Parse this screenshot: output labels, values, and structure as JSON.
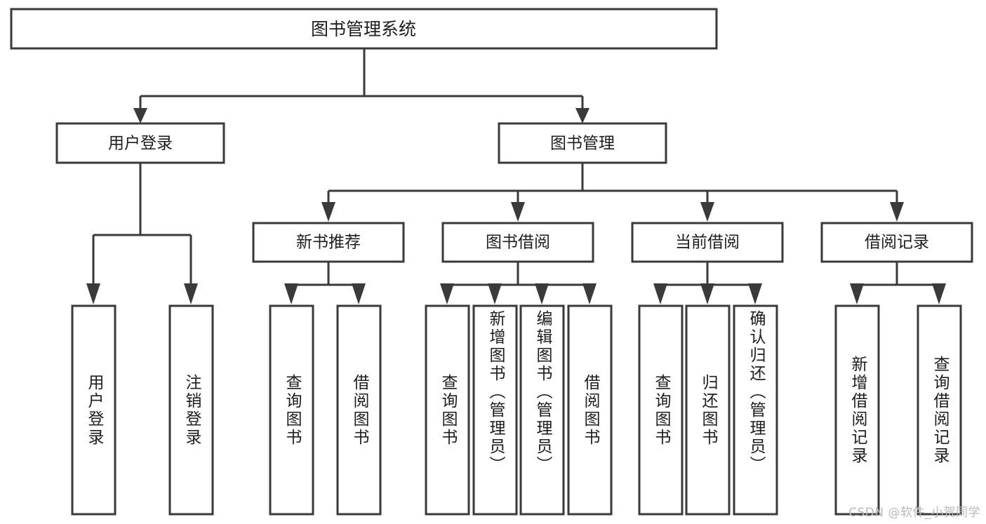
{
  "diagram": {
    "type": "tree-hierarchy",
    "title": "图书管理系统",
    "watermark": "CSDN @软件_小贺同学",
    "colors": {
      "stroke": "#3a3a3a",
      "fill": "#ffffff",
      "text": "#1d1d1d",
      "watermark": "#b9b9b9"
    },
    "root": {
      "label": "图书管理系统"
    },
    "level2": [
      {
        "label": "用户登录"
      },
      {
        "label": "图书管理"
      }
    ],
    "level3": [
      {
        "label": "新书推荐"
      },
      {
        "label": "图书借阅"
      },
      {
        "label": "当前借阅"
      },
      {
        "label": "借阅记录"
      }
    ],
    "leaves": {
      "user_login": [
        {
          "label": "用户登录"
        },
        {
          "label": "注销登录"
        }
      ],
      "new_book": [
        {
          "label": "查询图书"
        },
        {
          "label": "借阅图书"
        }
      ],
      "borrow_book": [
        {
          "label": "查询图书"
        },
        {
          "label": "新增图书（管理员）"
        },
        {
          "label": "编辑图书（管理员）"
        },
        {
          "label": "借阅图书"
        }
      ],
      "current_borrow": [
        {
          "label": "查询图书"
        },
        {
          "label": "归还图书"
        },
        {
          "label": "确认归还（管理员）"
        }
      ],
      "borrow_record": [
        {
          "label": "新增借阅记录"
        },
        {
          "label": "查询借阅记录"
        }
      ]
    }
  }
}
